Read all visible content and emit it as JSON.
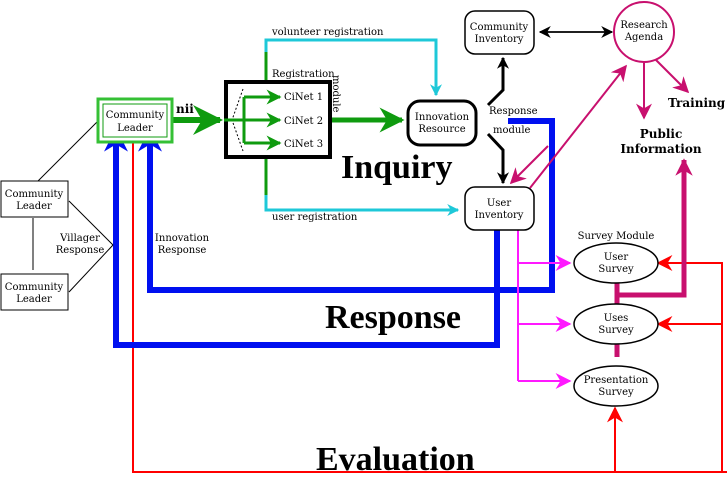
{
  "colors": {
    "green": "#0f9b0f",
    "cyan": "#1ec8d8",
    "blue": "#0010f0",
    "red": "#ff0000",
    "magenta": "#ff19ff",
    "crimson": "#c8106e",
    "black": "#000000"
  },
  "sections": {
    "inquiry": "Inquiry",
    "response": "Response",
    "evaluation": "Evaluation"
  },
  "nodes": {
    "community_leader_main": [
      "Community",
      "Leader"
    ],
    "community_leader_1": [
      "Community",
      "Leader"
    ],
    "community_leader_2": [
      "Community",
      "Leader"
    ],
    "cinet": [
      "CiNet 1",
      "CiNet 2",
      "CiNet 3"
    ],
    "innovation_resource": [
      "Innovation",
      "Resource"
    ],
    "community_inventory": [
      "Community",
      "Inventory"
    ],
    "user_inventory": [
      "User",
      "Inventory"
    ],
    "research_agenda": [
      "Research",
      "Agenda"
    ],
    "user_survey": [
      "User",
      "Survey"
    ],
    "uses_survey": [
      "Uses",
      "Survey"
    ],
    "presentation_survey": [
      "Presentation",
      "Survey"
    ]
  },
  "labels": {
    "nii": "nii",
    "registration": "Registration",
    "module_vertical": "module",
    "volunteer_registration": "volunteer registration",
    "user_registration": "user registration",
    "response": "Response",
    "module": "module",
    "villager_response": [
      "Villager",
      "Response"
    ],
    "innovation_response": [
      "Innovation",
      "Response"
    ],
    "survey_module": "Survey Module",
    "training": "Training",
    "public_information": [
      "Public",
      "Information"
    ]
  }
}
